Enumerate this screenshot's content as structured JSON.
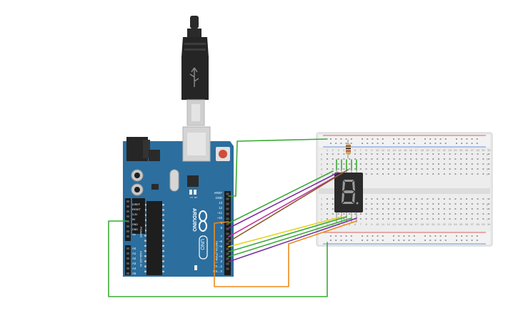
{
  "canvas": {
    "background": "#ffffff"
  },
  "board": {
    "brand": "ARDUINO",
    "model": "UNO",
    "power_header": "POWER",
    "analog_header": "ANALOG IN",
    "digital_header": "DIGITAL (PWM~)",
    "color": "#2c6e9e",
    "top_pin_labels": [
      "AREF",
      "GND",
      "13",
      "12",
      "~11",
      "~10",
      "~9",
      "8"
    ],
    "bottom_pin_labels": [
      "7",
      "~6",
      "~5",
      "4",
      "~3",
      "2",
      "TX→1",
      "RX←0"
    ],
    "power_pin_labels": [
      "IOREF",
      "RESET",
      "3.3V",
      "5V",
      "GND",
      "GND",
      "Vin"
    ],
    "analog_pin_labels": [
      "A0",
      "A1",
      "A2",
      "A3",
      "A4",
      "A5"
    ],
    "led_labels": [
      "TX",
      "RX"
    ]
  },
  "usb_cable": {
    "color": "#222222",
    "connector": "#cfcfcf"
  },
  "display": {
    "digit": "8",
    "segment_color": "#9a9a9a",
    "body_color": "#2b2b2b"
  },
  "breadboard": {
    "column_numbers": [
      "1",
      "2",
      "3",
      "4",
      "5",
      "6",
      "7",
      "8",
      "9",
      "10",
      "11",
      "12",
      "13",
      "14",
      "15",
      "16",
      "17",
      "18",
      "19",
      "20",
      "21",
      "22",
      "23",
      "24",
      "25",
      "26",
      "27",
      "28",
      "29",
      "30"
    ],
    "row_letters_top": [
      "a",
      "b",
      "c",
      "d",
      "e"
    ],
    "row_letters_bottom": [
      "f",
      "g",
      "h",
      "i",
      "j"
    ],
    "rail_color_red": "#d12f2f",
    "rail_color_blue": "#3b6fd1"
  },
  "resistor": {
    "body": "#d2b48c"
  },
  "wires": {
    "green": "#3aaa35",
    "purple": "#7b2fa0",
    "magenta": "#c0369e",
    "brown": "#8a5a2b",
    "yellow": "#e5d21d",
    "orange": "#ef8a1a"
  }
}
